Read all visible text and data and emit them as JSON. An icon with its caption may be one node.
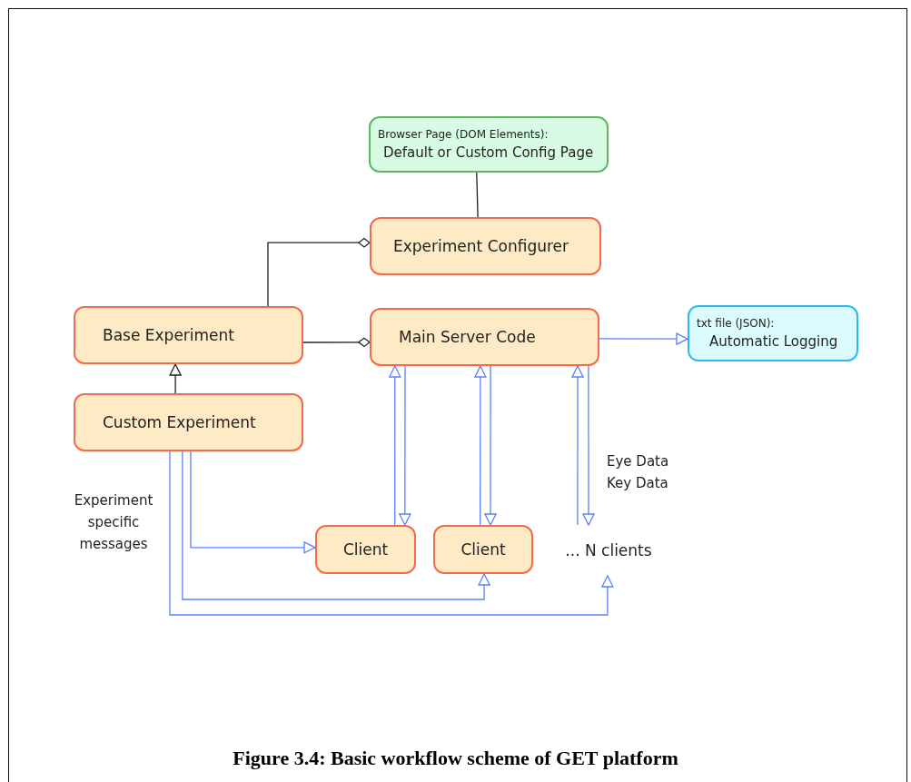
{
  "diagram": {
    "caption": "Figure 3.4: Basic workflow scheme of GET platform",
    "nodes": [
      {
        "text": [
          "Browser Page (DOM Elements):",
          "Default or Custom Config Page"
        ]
      },
      {
        "text": [
          "Experiment Configurer"
        ]
      },
      {
        "text": [
          "Base Experiment"
        ]
      },
      {
        "text": [
          "Main Server Code"
        ]
      },
      {
        "text": [
          "txt file (JSON):",
          "Automatic Logging"
        ]
      },
      {
        "text": [
          "Custom Experiment"
        ]
      },
      {
        "text": [
          "Client"
        ]
      },
      {
        "text": [
          "Client"
        ]
      },
      {
        "text": [
          "... N clients"
        ]
      }
    ],
    "edges": [
      {
        "from": 0,
        "to": 1,
        "arrow": "none",
        "color": "#222222"
      },
      {
        "from": 2,
        "to": 1,
        "arrow": "other",
        "color": "#222222"
      },
      {
        "from": 2,
        "to": 3,
        "arrow": "other",
        "color": "#222222"
      },
      {
        "from": 5,
        "to": 2,
        "arrow": "to",
        "color": "#222222"
      },
      {
        "from": 3,
        "to": 4,
        "arrow": "to"
      },
      {
        "from": 6,
        "to": 3,
        "arrow": "to"
      },
      {
        "from": 3,
        "to": 6,
        "arrow": "to"
      },
      {
        "from": 7,
        "to": 3,
        "arrow": "to"
      },
      {
        "from": 3,
        "to": 7,
        "arrow": "to"
      },
      {
        "from": 8,
        "to": 3,
        "arrow": "to"
      },
      {
        "from": 3,
        "to": 8,
        "arrow": "to"
      },
      {
        "from": 5,
        "to": 6,
        "arrow": "to"
      },
      {
        "from": 5,
        "to": 7,
        "arrow": "to"
      },
      {
        "from": 5,
        "to": 8,
        "arrow": "to"
      }
    ],
    "labels": [
      "Eye Data Key Data",
      "Experiment specific messages"
    ]
  }
}
